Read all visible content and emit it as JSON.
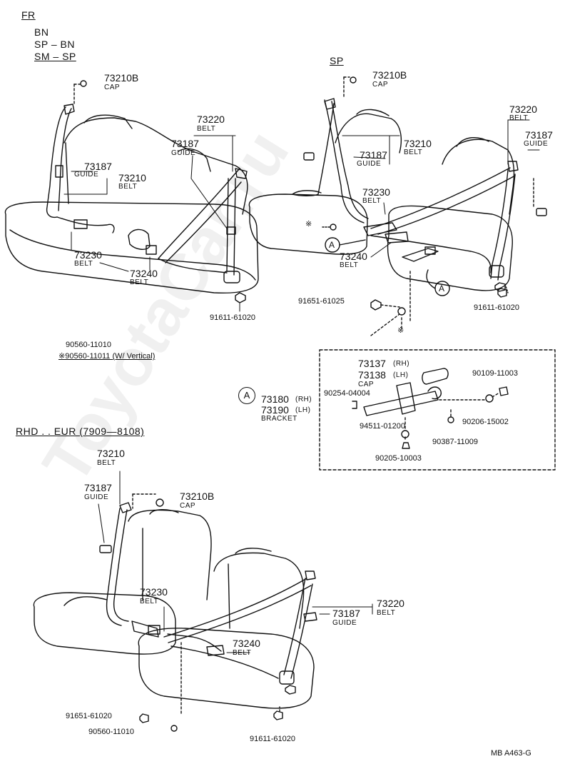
{
  "fr_header": {
    "title": "FR",
    "line1": "BN",
    "line2": "SP – BN",
    "line3": "SM – SP"
  },
  "sp_header": "SP",
  "rhd_header": "RHD . . EUR (7909—8108)",
  "fr_labels": {
    "cap_no": "73210B",
    "cap_name": "CAP",
    "belt_73220_no": "73220",
    "belt_73220_name": "BELT",
    "guide_right_no": "73187",
    "guide_right_name": "GUIDE",
    "guide_left_no": "73187",
    "guide_left_name": "GUIDE",
    "belt_73210_no": "73210",
    "belt_73210_name": "BELT",
    "belt_73230_no": "73230",
    "belt_73230_name": "BELT",
    "belt_73240_no": "73240",
    "belt_73240_name": "BELT",
    "bolt_no": "91611-61020"
  },
  "nut_notes": {
    "line1": "90560-11010",
    "line2": "※90560-11011 (W/ Vertical)"
  },
  "sp_labels": {
    "cap_no": "73210B",
    "cap_name": "CAP",
    "belt_73220_no": "73220",
    "belt_73220_name": "BELT",
    "guide_right_no": "73187",
    "guide_right_name": "GUIDE",
    "guide_mid_no": "73187",
    "guide_mid_name": "GUIDE",
    "belt_73210_no": "73210",
    "belt_73210_name": "BELT",
    "belt_73230_no": "73230",
    "belt_73230_name": "BELT",
    "belt_73240_no": "73240",
    "belt_73240_name": "BELT",
    "bolt_left_no": "91651-61025",
    "bolt_right_no": "91611-61020",
    "ref_a": "A",
    "star": "※"
  },
  "bracket_detail": {
    "ref_a": "A",
    "cap_rh": "73137",
    "cap_rh_suffix": "(RH)",
    "cap_lh": "73138",
    "cap_lh_suffix": "(LH)",
    "cap_name": "CAP",
    "bracket_rh": "73180",
    "bracket_rh_suffix": "(RH)",
    "bracket_lh": "73190",
    "bracket_lh_suffix": "(LH)",
    "bracket_name": "BRACKET",
    "p_90109": "90109-11003",
    "p_90254": "90254-04004",
    "p_90206": "90206-15002",
    "p_94511": "94511-01200",
    "p_90387": "90387-11009",
    "p_90205": "90205-10003"
  },
  "rhd_labels": {
    "belt_73210_no": "73210",
    "belt_73210_name": "BELT",
    "guide_left_no": "73187",
    "guide_left_name": "GUIDE",
    "cap_no": "73210B",
    "cap_name": "CAP",
    "belt_73230_no": "73230",
    "belt_73230_name": "BELT",
    "belt_73220_no": "73220",
    "belt_73220_name": "BELT",
    "guide_right_no": "73187",
    "guide_right_name": "GUIDE",
    "belt_73240_no": "73240",
    "belt_73240_name": "BELT",
    "bolt_left_no": "91651-61020",
    "nut_no": "90560-11010",
    "bolt_right_no": "91611-61020"
  },
  "footer_code": "MB  A463-G",
  "watermark": "ToyotaCar.ru"
}
